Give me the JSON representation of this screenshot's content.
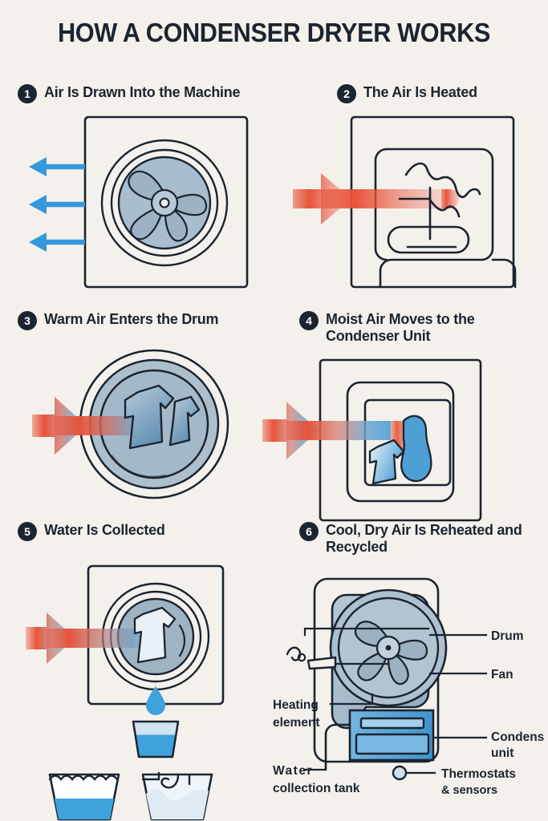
{
  "poster": {
    "title": "HOW A CONDENSER DRYER WORKS",
    "background_color": "#f4f1ec",
    "ink_color": "#1b2430",
    "accent_blue": "#3498db",
    "accent_red": "#e8543a",
    "slate_blue": "#a8bdcd"
  },
  "steps": [
    {
      "number": "1",
      "title": "Air Is Drawn Into the Machine",
      "illustration": "dryer-box-with-fan-and-three-intake-arrows",
      "arrow_color": "#3498db",
      "arrow_direction": "left",
      "arrow_count": "3"
    },
    {
      "number": "2",
      "title": "The Air Is Heated",
      "illustration": "box-with-serpentine-heating-element-and-hot-air-arrow",
      "arrow_color": "#e8543a",
      "arrow_direction": "right"
    },
    {
      "number": "3",
      "title": "Warm Air Enters the Drum",
      "illustration": "drum-circles-with-clothes-and-warm-air-arrow",
      "arrow_color": "#e8543a",
      "arrow_direction": "right"
    },
    {
      "number": "4",
      "title": "Moist Air Moves to the Condenser Unit",
      "illustration": "nested-squares-condenser-with-moisture-shapes",
      "arrow_color": "#e8543a",
      "arrow_direction": "right"
    },
    {
      "number": "5",
      "title": "Water Is Collected",
      "illustration": "machine-with-drum-droplet-and-collection-tank-plus-two-tubs",
      "arrow_color": "#e8543a",
      "arrow_direction": "right"
    },
    {
      "number": "6",
      "title": "Cool, Dry Air Is Reheated and Recycled",
      "illustration": "cutaway-dryer-with-callout-labels"
    }
  ],
  "cutaway_labels": {
    "drum": "Drum",
    "fan": "Fan",
    "condenser_unit_line1": "Condens",
    "condenser_unit_line2": "unit",
    "heating_element_line1": "Heating",
    "heating_element_line2": "element",
    "water_tank_line1": "Water",
    "water_tank_line2": "collection tank",
    "thermostats_line1": "Thermostats",
    "thermostats_line2": "& sensors"
  }
}
